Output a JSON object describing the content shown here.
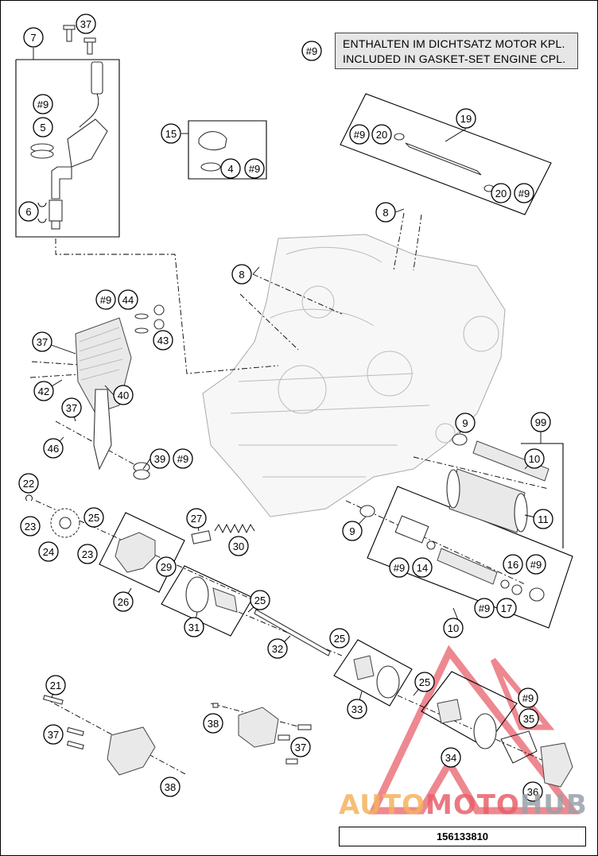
{
  "note": {
    "ref": "#9",
    "line1": "ENTHALTEN IM DICHTSATZ MOTOR KPL.",
    "line2": "INCLUDED IN GASKET-SET ENGINE CPL."
  },
  "diagram_id": "156133810",
  "watermark": {
    "part1": "AUTO",
    "part2": "MOTO",
    "part3": "HUB"
  },
  "callouts": [
    {
      "label": "37"
    },
    {
      "label": "7"
    },
    {
      "label": "#9"
    },
    {
      "label": "5"
    },
    {
      "label": "6"
    },
    {
      "label": "15"
    },
    {
      "label": "4"
    },
    {
      "label": "#9"
    },
    {
      "label": "19"
    },
    {
      "label": "#9"
    },
    {
      "label": "20"
    },
    {
      "label": "20"
    },
    {
      "label": "#9"
    },
    {
      "label": "8"
    },
    {
      "label": "8"
    },
    {
      "label": "#9"
    },
    {
      "label": "44"
    },
    {
      "label": "43"
    },
    {
      "label": "37"
    },
    {
      "label": "42"
    },
    {
      "label": "40"
    },
    {
      "label": "37"
    },
    {
      "label": "46"
    },
    {
      "label": "39"
    },
    {
      "label": "#9"
    },
    {
      "label": "9"
    },
    {
      "label": "99"
    },
    {
      "label": "10"
    },
    {
      "label": "11"
    },
    {
      "label": "9"
    },
    {
      "label": "#9"
    },
    {
      "label": "14"
    },
    {
      "label": "16"
    },
    {
      "label": "#9"
    },
    {
      "label": "#9"
    },
    {
      "label": "17"
    },
    {
      "label": "10"
    },
    {
      "label": "22"
    },
    {
      "label": "23"
    },
    {
      "label": "25"
    },
    {
      "label": "24"
    },
    {
      "label": "23"
    },
    {
      "label": "27"
    },
    {
      "label": "30"
    },
    {
      "label": "29"
    },
    {
      "label": "26"
    },
    {
      "label": "25"
    },
    {
      "label": "31"
    },
    {
      "label": "32"
    },
    {
      "label": "25"
    },
    {
      "label": "33"
    },
    {
      "label": "25"
    },
    {
      "label": "#9"
    },
    {
      "label": "35"
    },
    {
      "label": "34"
    },
    {
      "label": "36"
    },
    {
      "label": "21"
    },
    {
      "label": "37"
    },
    {
      "label": "38"
    },
    {
      "label": "38"
    },
    {
      "label": "37"
    },
    {
      "label": "#9"
    }
  ]
}
